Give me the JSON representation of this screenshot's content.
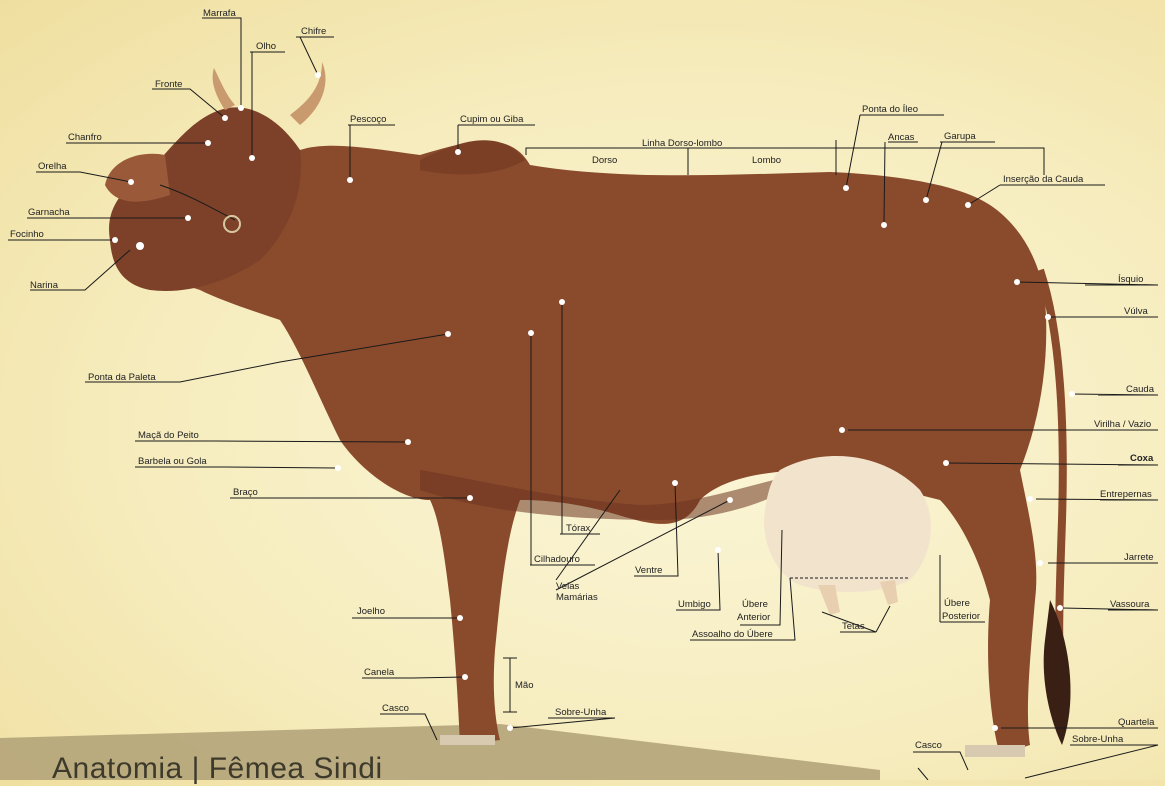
{
  "title": "Anatomia | Fêmea Sindi",
  "colors": {
    "body": "#8a4a2c",
    "udder": "#f2e3cc",
    "background": "#f6ecbe",
    "banner": "#b4a47a"
  },
  "labels": [
    "Marrafa",
    "Olho",
    "Chifre",
    "Fronte",
    "Chanfro",
    "Orelha",
    "Garnacha",
    "Focinho",
    "Narina",
    "Pescoço",
    "Cupim ou Giba",
    "Linha Dorso-lombo",
    "Dorso",
    "Lombo",
    "Ponta do Íleo",
    "Ancas",
    "Garupa",
    "Inserção da Cauda",
    "Ísquio",
    "Vúlva",
    "Cauda",
    "Virilha / Vazio",
    "Coxa",
    "Entrepernas",
    "Jarrete",
    "Vassoura",
    "Quartela",
    "Sobre-Unha",
    "Casco",
    "Ponta da Paleta",
    "Maçã do Peito",
    "Barbela ou Gola",
    "Braço",
    "Tórax",
    "Cilhadouro",
    "Veias",
    "Mamárias",
    "Ventre",
    "Umbigo",
    "Úbere",
    "Anterior",
    "Assoalho do Úbere",
    "Tetas",
    "Úbere",
    "Posterior",
    "Joelho",
    "Canela",
    "Mão",
    "Casco",
    "Sobre-Unha"
  ]
}
